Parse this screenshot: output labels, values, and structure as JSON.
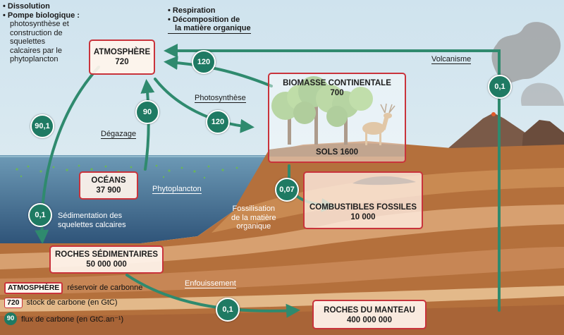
{
  "reservoirs": {
    "atmosphere": {
      "name": "ATMOSPHÈRE",
      "stock": "720"
    },
    "biomasse": {
      "name": "BIOMASSE CONTINENTALE",
      "stock": "700",
      "sols": "SOLS 1600"
    },
    "oceans": {
      "name": "OCÉANS",
      "stock": "37 900"
    },
    "combustibles": {
      "name": "COMBUSTIBLES FOSSILES",
      "stock": "10 000"
    },
    "roches_sed": {
      "name": "ROCHES SÉDIMENTAIRES",
      "stock": "50 000 000"
    },
    "manteau": {
      "name": "ROCHES DU MANTEAU",
      "stock": "400 000 000"
    }
  },
  "flux": {
    "respiration": "120",
    "photosynthese": "120",
    "degazage": "90",
    "dissolution": "90,1",
    "sedimentation": "0,1",
    "fossilisation": "0,07",
    "enfouissement": "0,1",
    "volcanisme": "0,1"
  },
  "labels": {
    "dissolution_lines": [
      "• Dissolution",
      "• Pompe biologique :",
      "photosynthèse et",
      "construction de",
      "squelettes",
      "calcaires par le",
      "phytoplancton"
    ],
    "respiration_lines": [
      "• Respiration",
      "• Décomposition de",
      "la matière organique"
    ],
    "volcanisme": "Volcanisme",
    "photosynthese": "Photosynthèse",
    "degazage": "Dégazage",
    "phytoplancton": "Phytoplancton",
    "sedimentation_lines": [
      "Sédimentation des",
      "squelettes calcaires"
    ],
    "fossilisation_lines": [
      "Fossilisation",
      "de la matière",
      "organique"
    ],
    "enfouissement": "Enfouissement"
  },
  "legend": {
    "reservoir_sample": "ATMOSPHÈRE",
    "reservoir_text": "réservoir de carbonne",
    "stock_sample": "720",
    "stock_text": "stock de carbone (en GtC)",
    "flux_sample": "90",
    "flux_text": "flux de carbone (en GtC.an⁻¹)"
  },
  "colors": {
    "reservoir_border": "#c9333b",
    "flux_node": "#1f7a63",
    "arrow": "#2f8a6e",
    "sky": "#dcebf1",
    "ocean": "#3f6f93"
  }
}
